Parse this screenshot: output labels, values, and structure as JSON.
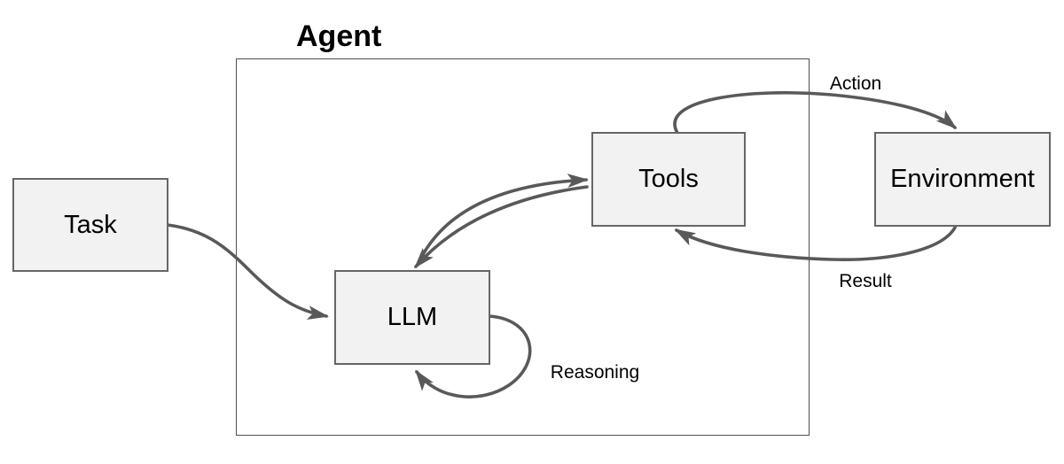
{
  "diagram": {
    "title": "Agent",
    "nodes": {
      "task": {
        "label": "Task"
      },
      "llm": {
        "label": "LLM"
      },
      "tools": {
        "label": "Tools"
      },
      "environment": {
        "label": "Environment"
      }
    },
    "edges": [
      {
        "from": "Task",
        "to": "LLM",
        "label": ""
      },
      {
        "from": "LLM",
        "to": "Tools",
        "label": ""
      },
      {
        "from": "Tools",
        "to": "LLM",
        "label": ""
      },
      {
        "from": "Tools",
        "to": "Environment",
        "label": "Action"
      },
      {
        "from": "Environment",
        "to": "Tools",
        "label": "Result"
      },
      {
        "from": "LLM",
        "to": "LLM",
        "label": "Reasoning"
      }
    ],
    "colors": {
      "background": "#ffffff",
      "node_fill": "#f2f2f2",
      "node_border": "#666666",
      "container_border": "#4f4f4f",
      "arrow": "#595959",
      "text": "#000000"
    }
  }
}
